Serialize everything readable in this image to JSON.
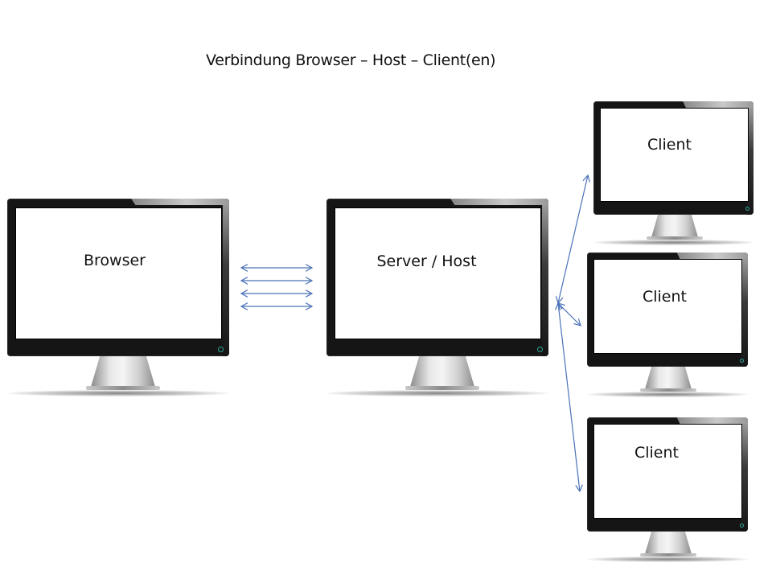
{
  "title": "Verbindung Browser – Host – Client(en)",
  "nodes": {
    "browser": {
      "label": "Browser"
    },
    "server": {
      "label": "Server / Host"
    },
    "client1": {
      "label": "Client"
    },
    "client2": {
      "label": "Client"
    },
    "client3": {
      "label": "Client"
    }
  },
  "connections": [
    {
      "from": "browser",
      "to": "server",
      "type": "bidirectional",
      "count": 4
    },
    {
      "from": "server",
      "to": "client1",
      "type": "bidirectional"
    },
    {
      "from": "server",
      "to": "client2",
      "type": "bidirectional"
    },
    {
      "from": "server",
      "to": "client3",
      "type": "bidirectional"
    }
  ],
  "colors": {
    "arrow": "#4a72b8",
    "bezel": "#151515",
    "power_led": "#2fa89a"
  }
}
